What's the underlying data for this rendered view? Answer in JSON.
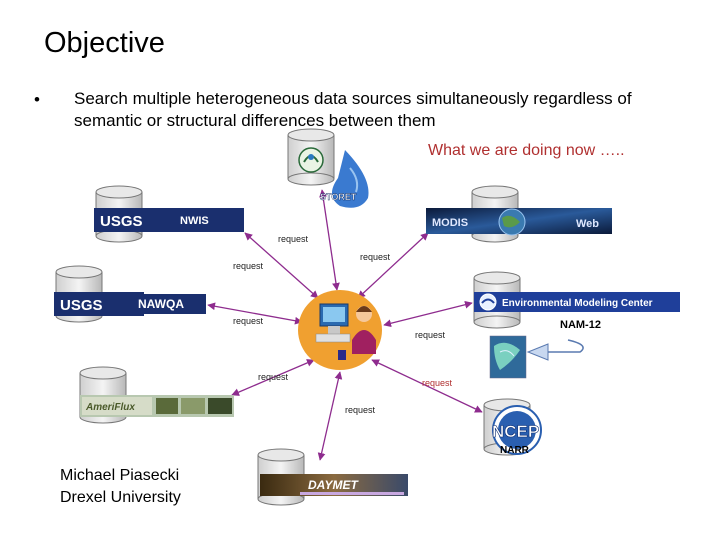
{
  "title": "Objective",
  "bullet": {
    "symbol": "•",
    "text": "Search multiple heterogeneous data sources simultaneously regardless of semantic or structural differences between them"
  },
  "subtitle": "What we are doing now …..",
  "sources": {
    "nwis": "NWIS",
    "nawqa": "NAWQA",
    "nam": "NAM-12",
    "narr": "NARR",
    "usgs_logo": "USGS",
    "modis_logo": "MODIS",
    "web_logo": "Web",
    "emc_logo": "Environmental Modeling Center",
    "ncep_logo": "NCEP",
    "storet_logo": "STORET",
    "ameriflux_logo": "AmeriFlux",
    "daymet_logo": "DAYMET"
  },
  "edge_label": "request",
  "author": {
    "name": "Michael Piasecki",
    "affiliation": "Drexel University"
  },
  "colors": {
    "edge": "#8e2c8e",
    "accent_red": "#b03030",
    "usgs_navy": "#1a2f6e",
    "hub_orange": "#f0a030",
    "ncep_blue": "#2a5fb0"
  }
}
